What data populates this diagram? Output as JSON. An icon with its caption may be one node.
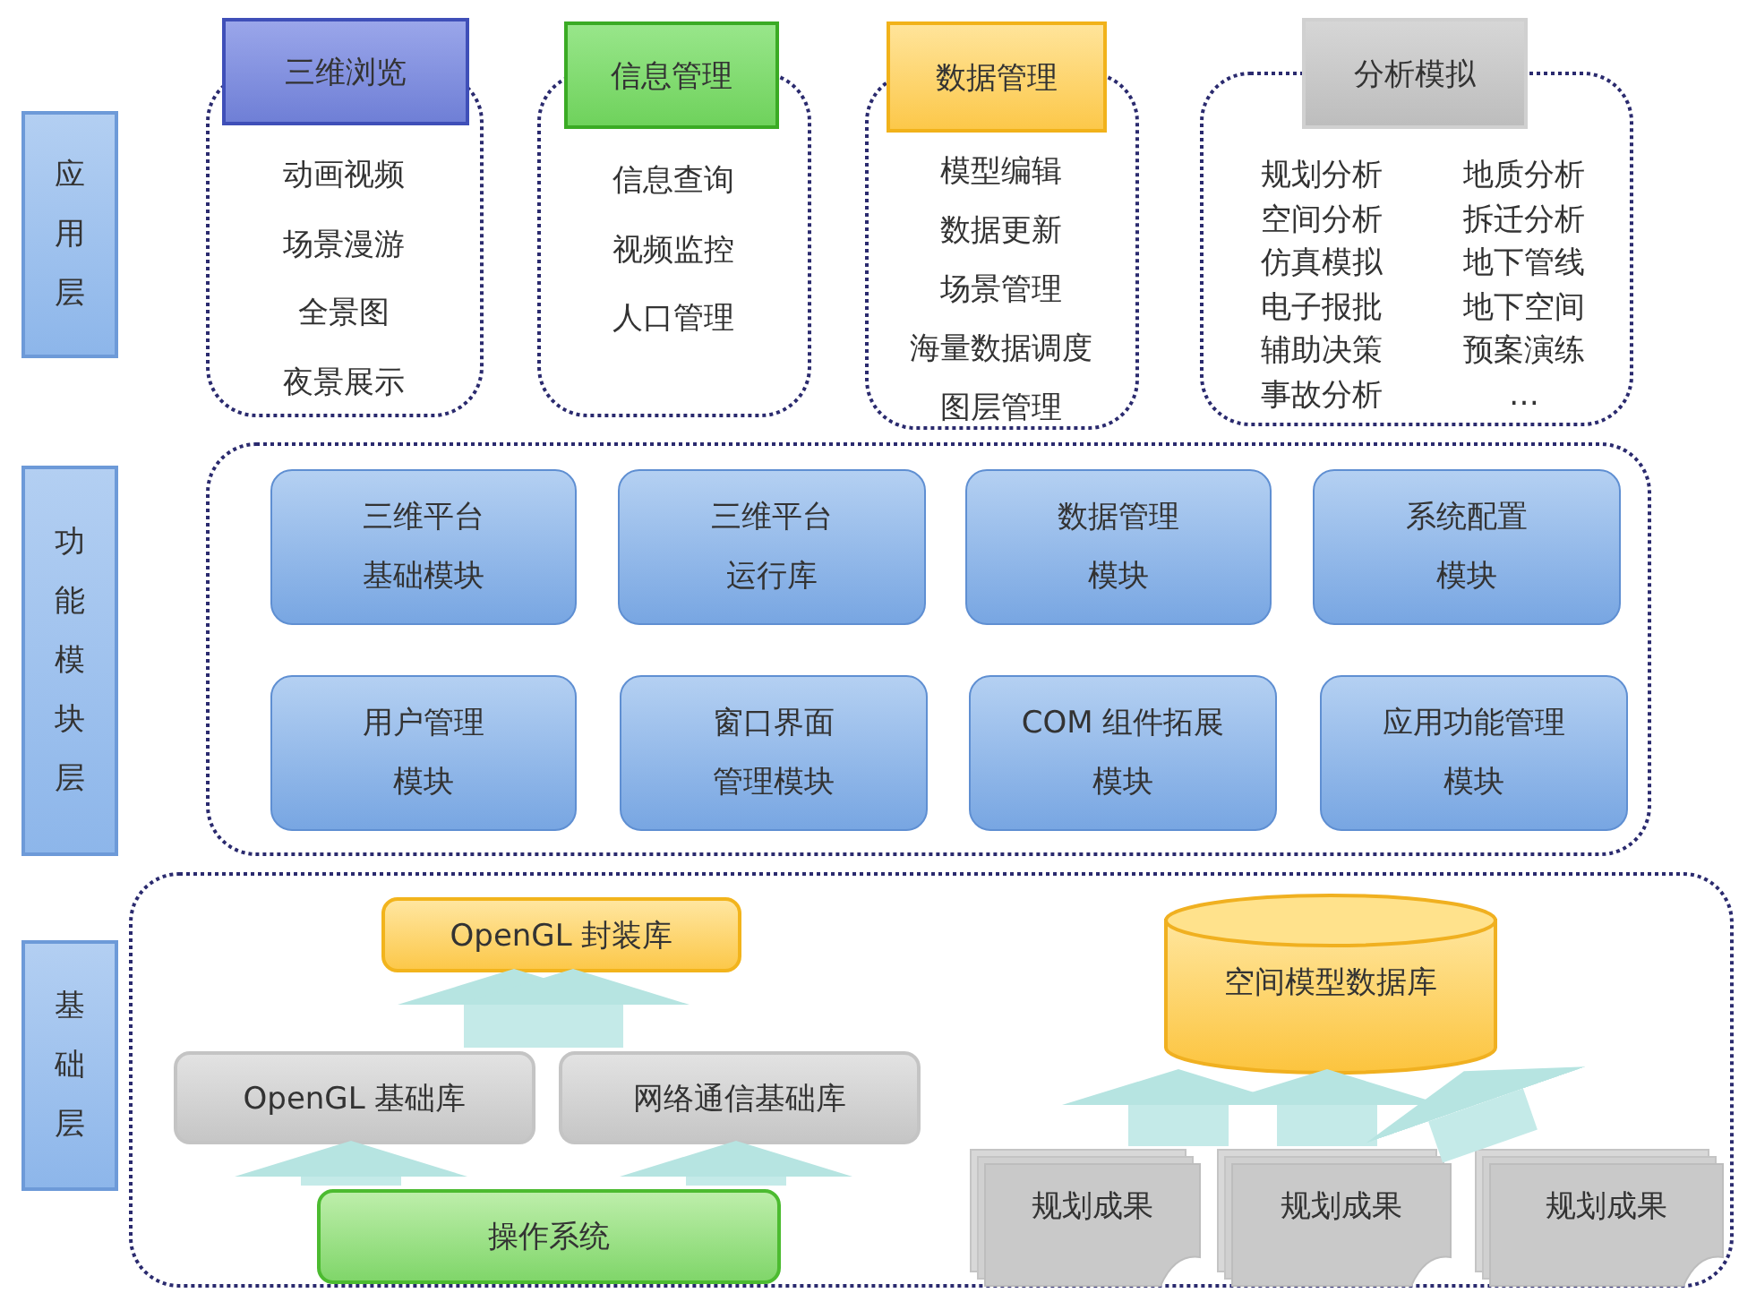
{
  "diagram": {
    "nodes": [
      {
        "text": [
          "应用层"
        ]
      },
      {
        "text": [
          "功能模块层"
        ]
      },
      {
        "text": [
          "基础层"
        ]
      },
      {
        "text": [
          "三维浏览",
          "动画视频",
          "场景漫游",
          "全景图",
          "夜景展示"
        ]
      },
      {
        "text": [
          "信息管理",
          "信息查询",
          "视频监控",
          "人口管理"
        ]
      },
      {
        "text": [
          "数据管理",
          "模型编辑",
          "数据更新",
          "场景管理",
          "海量数据调度",
          "图层管理"
        ]
      },
      {
        "text": [
          "分析模拟",
          "规划分析",
          "地质分析",
          "空间分析",
          "拆迁分析",
          "仿真模拟",
          "地下管线",
          "电子报批",
          "地下空间",
          "辅助决策",
          "预案演练",
          "事故分析",
          "…"
        ]
      },
      {
        "text": [],
        "shape": "box"
      },
      {
        "text": [
          "三维平台基础模块"
        ],
        "in": 7
      },
      {
        "text": [
          "三维平台运行库"
        ],
        "in": 7
      },
      {
        "text": [
          "数据管理模块"
        ],
        "in": 7
      },
      {
        "text": [
          "系统配置模块"
        ],
        "in": 7
      },
      {
        "text": [
          "用户管理模块"
        ],
        "in": 7
      },
      {
        "text": [
          "窗口界面管理模块"
        ],
        "in": 7
      },
      {
        "text": [
          "COM 组件拓展模块"
        ],
        "in": 7
      },
      {
        "text": [
          "应用功能管理模块"
        ],
        "in": 7
      },
      {
        "text": [],
        "shape": "box"
      },
      {
        "text": [
          "OpenGL 封装库"
        ],
        "in": 16
      },
      {
        "text": [
          "OpenGL 基础库"
        ],
        "in": 16
      },
      {
        "text": [
          "网络通信基础库"
        ],
        "in": 16
      },
      {
        "text": [
          "操作系统"
        ],
        "in": 16
      },
      {
        "text": [
          "空间模型数据库"
        ],
        "in": 16
      },
      {
        "text": [
          "规划成果"
        ],
        "in": 16
      },
      {
        "text": [
          "规划成果"
        ],
        "in": 16
      },
      {
        "text": [
          "规划成果"
        ],
        "in": 16
      }
    ],
    "edges": [
      {
        "from": 18,
        "to": 17,
        "arrow": "to"
      },
      {
        "from": 19,
        "to": 17,
        "arrow": "to"
      },
      {
        "from": 20,
        "to": 18,
        "arrow": "to"
      },
      {
        "from": 20,
        "to": 19,
        "arrow": "to"
      },
      {
        "from": 22,
        "to": 21,
        "arrow": "to"
      },
      {
        "from": 23,
        "to": 21,
        "arrow": "to"
      },
      {
        "from": 24,
        "to": 21,
        "arrow": "to"
      }
    ]
  }
}
